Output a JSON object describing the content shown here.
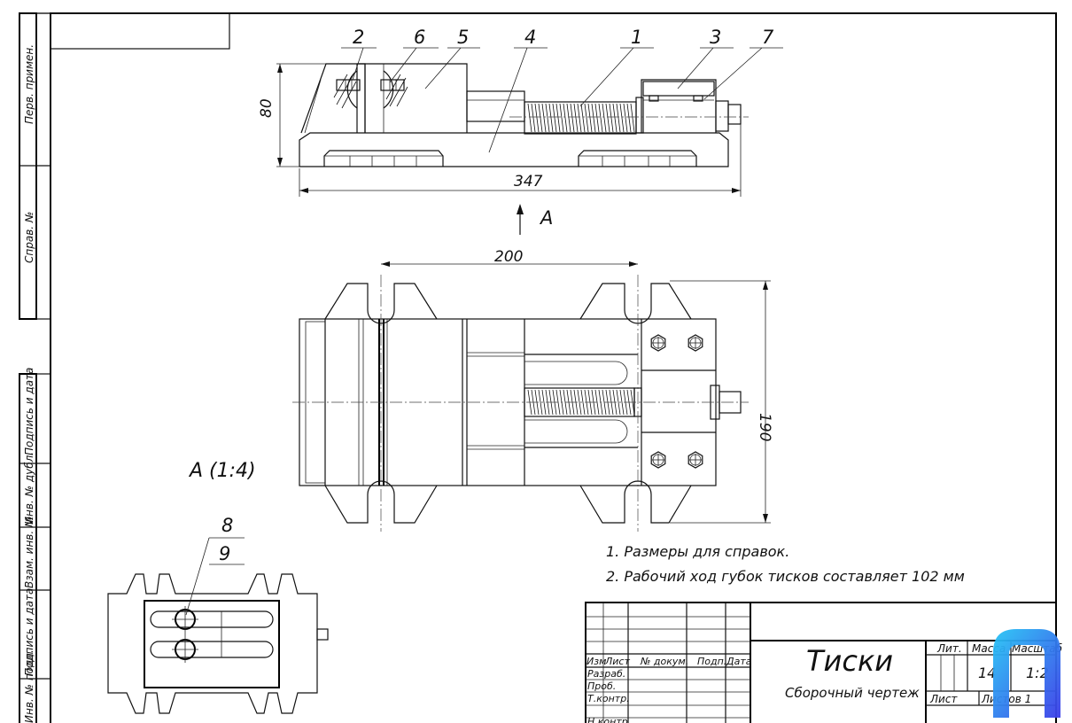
{
  "drawing": {
    "side_strip": [
      "Перв. примен.",
      "Справ. №",
      "Подпись и дата",
      "Инв. № дубл.",
      "Взам. инв. №",
      "Подпись и дата",
      "Инв. № подл."
    ],
    "callouts": {
      "c1": "1",
      "c2": "2",
      "c3": "3",
      "c4": "4",
      "c5": "5",
      "c6": "6",
      "c7": "7",
      "c8": "8",
      "c9": "9"
    },
    "dimensions": {
      "height": "80",
      "length": "347",
      "jaw_span": "200",
      "width": "190"
    },
    "view_arrow": "A",
    "view_label": "A (1:4)",
    "notes": [
      "1. Размеры для справок.",
      "2. Рабочий ход губок тисков составляет 102 мм"
    ]
  },
  "title_block": {
    "title": "Тиски",
    "subtitle": "Сборочный чертеж",
    "headers": {
      "izm": "Изм",
      "list": "Лист",
      "doc": "№ докум.",
      "sign": "Подп.",
      "date": "Дата"
    },
    "roles": [
      "Разраб.",
      "Проб.",
      "Т.контр.",
      "Н.контр."
    ],
    "lit_label": "Лит.",
    "mass_label": "Масса",
    "scale_label": "Масштаб",
    "mass_value": "14",
    "scale_value": "1:2",
    "sheet_label": "Лист",
    "sheets_label": "Листов 1"
  }
}
